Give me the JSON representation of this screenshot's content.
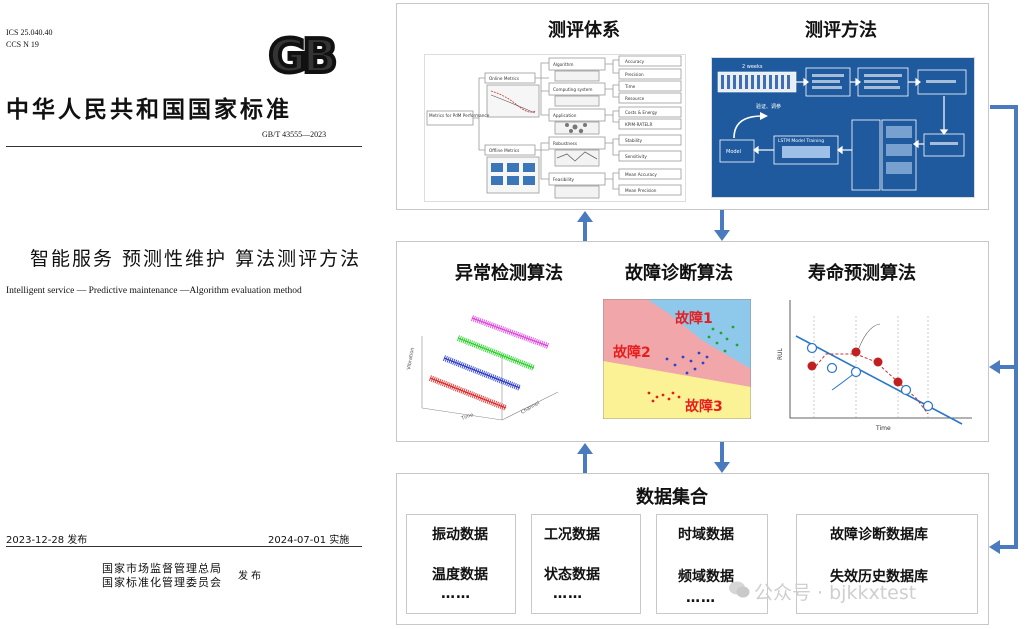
{
  "document": {
    "ics": "ICS  25.040.40",
    "ccs": "CCS  N 19",
    "logo_text": "GB",
    "standard_title": "中华人民共和国国家标准",
    "standard_no": "GB/T 43555—2023",
    "title_cn": "智能服务  预测性维护  算法测评方法",
    "title_en": "Intelligent service — Predictive maintenance —Algorithm evaluation method",
    "publish_date": "2023-12-28 发布",
    "implement_date": "2024-07-01 实施",
    "issuer_1": "国家市场监督管理总局",
    "issuer_2": "国家标准化管理委员会",
    "issue_word": "发布"
  },
  "diagram": {
    "top": {
      "system_title": "测评体系",
      "method_title": "测评方法",
      "metrics_root": "Metrics for PdM Performance",
      "metrics_online": "Online Metrics",
      "metrics_offline": "Offline Metrics",
      "metrics_groups": [
        "Algorithm",
        "Computing system",
        "Application",
        "Robustness",
        "Feasibility"
      ],
      "metrics_leaves": [
        "Accuracy",
        "Precision",
        "Time",
        "Resource",
        "Costs & Energy",
        "KPIM-RATELR",
        "Stability",
        "Sensitivity",
        "Mean Accuracy",
        "Mean Precision"
      ],
      "method_labels": [
        "2 weeks",
        "Model",
        "验证、调参",
        "LSTM Model Training"
      ]
    },
    "middle": {
      "anomaly_title": "异常检测算法",
      "fault_title": "故障诊断算法",
      "life_title": "寿命预测算法",
      "fault_labels": [
        "故障1",
        "故障2",
        "故障3"
      ],
      "life_axes": {
        "y": "RUL",
        "x": "Time"
      }
    },
    "bottom": {
      "title": "数据集合",
      "groups": [
        {
          "items": [
            "振动数据",
            "温度数据",
            "……"
          ]
        },
        {
          "items": [
            "工况数据",
            "状态数据",
            "……"
          ]
        },
        {
          "items": [
            "时域数据",
            "频域数据",
            "……"
          ]
        },
        {
          "items": [
            "故障诊断数据库",
            "失效历史数据库"
          ]
        }
      ]
    },
    "watermark": "公众号 · bjkkxtest",
    "colors": {
      "arrow": "#4a7bbf",
      "method_bg": "#1f5a9e",
      "fault_blue": "#8ec9ec",
      "fault_pink": "#f1a7a9",
      "fault_yellow": "#fbf295",
      "fault_text": "#e81e1e"
    }
  }
}
